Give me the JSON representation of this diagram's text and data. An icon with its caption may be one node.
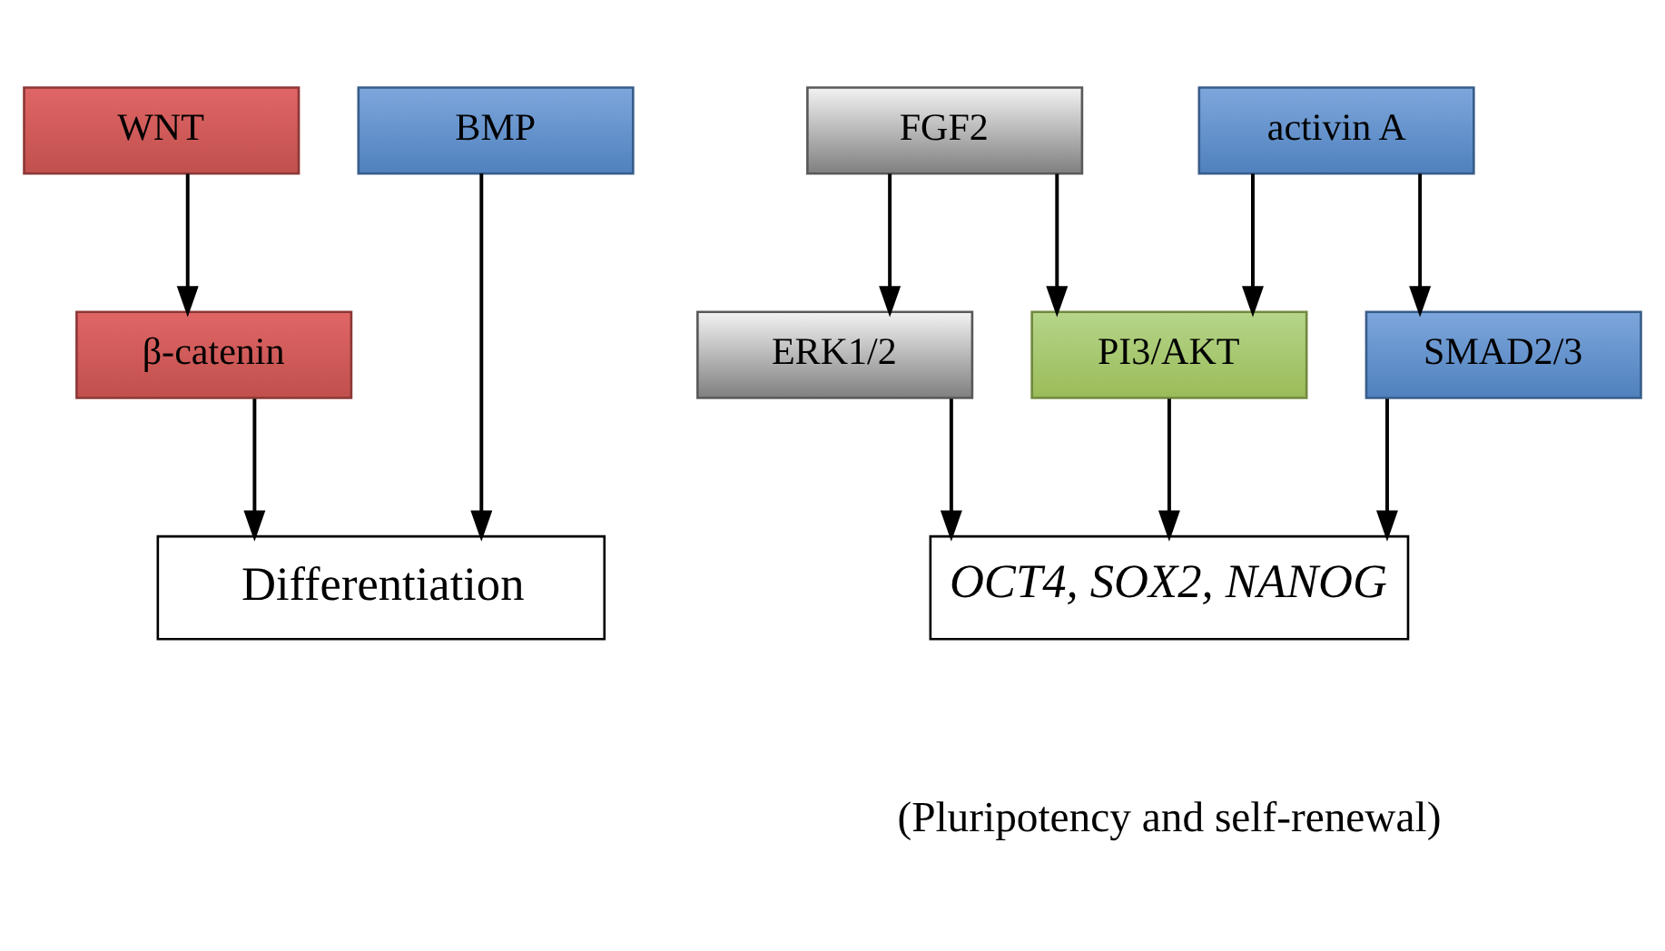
{
  "diagram": {
    "nodes": [
      {
        "text": [
          "WNT"
        ]
      },
      {
        "text": [
          "BMP"
        ]
      },
      {
        "text": [
          "FGF2"
        ]
      },
      {
        "text": [
          "activin A"
        ]
      },
      {
        "text": [
          "β-catenin"
        ]
      },
      {
        "text": [
          "ERK1/2"
        ]
      },
      {
        "text": [
          "PI3/AKT"
        ]
      },
      {
        "text": [
          "SMAD2/3"
        ]
      },
      {
        "text": [
          "Differentiation"
        ]
      },
      {
        "text": [
          "OCT4, SOX2, NANOG"
        ],
        "beside": [
          "(Pluripotency and self-renewal)"
        ]
      }
    ],
    "edges": [
      {
        "from": 0,
        "to": 4,
        "arrow": "to"
      },
      {
        "from": 4,
        "to": 8,
        "arrow": "to"
      },
      {
        "from": 1,
        "to": 8,
        "arrow": "to"
      },
      {
        "from": 2,
        "to": 5,
        "arrow": "to"
      },
      {
        "from": 2,
        "to": 6,
        "arrow": "to"
      },
      {
        "from": 3,
        "to": 6,
        "arrow": "to"
      },
      {
        "from": 3,
        "to": 7,
        "arrow": "to"
      },
      {
        "from": 5,
        "to": 9,
        "arrow": "to"
      },
      {
        "from": 6,
        "to": 9,
        "arrow": "to"
      },
      {
        "from": 7,
        "to": 9,
        "arrow": "to"
      }
    ]
  }
}
